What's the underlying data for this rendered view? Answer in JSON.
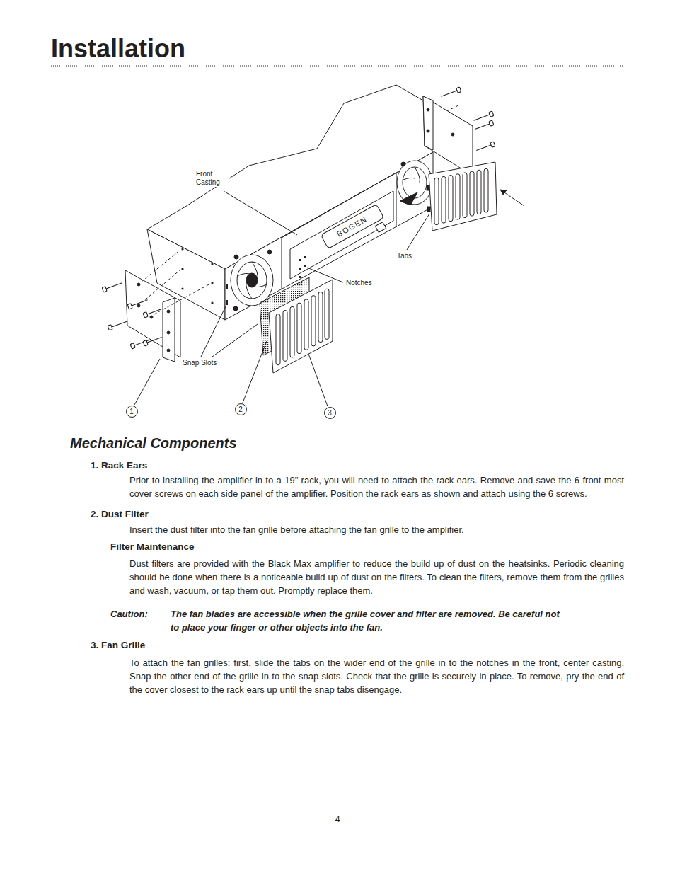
{
  "diagram": {
    "title": "Installation",
    "nodes": [
      {
        "text": [
          "1"
        ]
      },
      {
        "text": [
          "2"
        ]
      },
      {
        "text": [
          "3"
        ]
      }
    ],
    "labels": [
      "Front Casting",
      "BOGEN",
      "Tabs",
      "Notches",
      "Snap Slots",
      "Mechanical Components",
      "1. Rack Ears",
      "Prior to installing the amplifier in to a 19\" rack, you will need to attach the rack ears. Remove and save the 6 front most cover screws on each side panel of the amplifier. Position the rack ears as shown and attach using the 6 screws.",
      "2. Dust Filter",
      "Insert the dust filter into the fan grille before attaching the fan grille to the amplifier.",
      "Filter Maintenance",
      "Dust filters are provided with the Black Max amplifier to reduce the build up of dust on the heatsinks. Periodic cleaning should be done when there is a noticeable build up of dust on the filters. To clean the filters, remove them from the grilles and wash, vacuum, or tap them out. Promptly replace them.",
      "Caution:",
      "The fan blades are accessible when the grille cover and filter are removed. Be careful not to place your finger or other objects into the fan.",
      "3. Fan Grille",
      "To attach the fan grilles: first, slide the tabs on the wider end of the grille in to the notches in the front, center casting. Snap the other end of the grille in to the snap slots. Check that the grille is securely in place. To remove, pry the end of the cover closest to the rack ears up until the snap tabs disengage.",
      "4"
    ]
  }
}
